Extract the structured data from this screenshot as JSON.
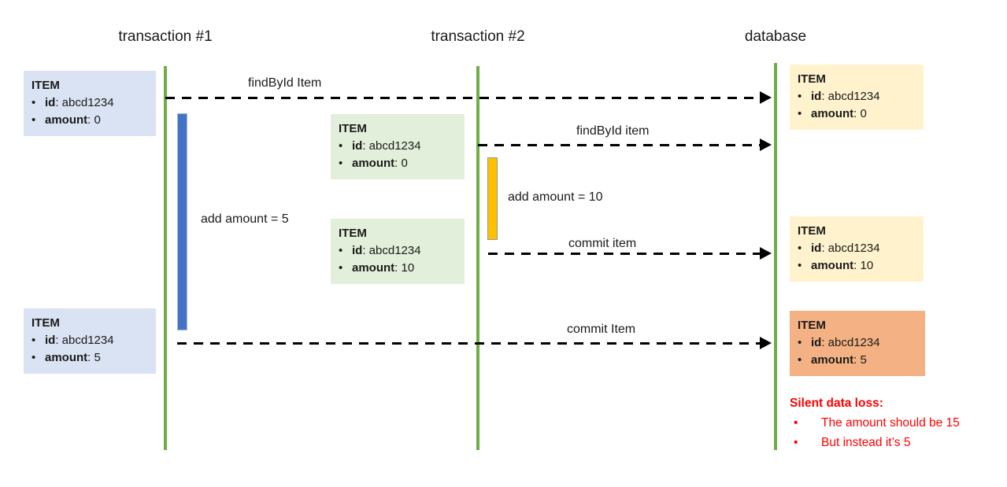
{
  "diagram": {
    "lanes": [
      {
        "label": "transaction #1"
      },
      {
        "label": "transaction #2"
      },
      {
        "label": "database"
      }
    ],
    "glyphs": {
      "bullet": "•"
    },
    "boxes": [
      {
        "title": "ITEM",
        "fields": [
          {
            "key": "id",
            "value": ": abcd1234"
          },
          {
            "key": "amount",
            "value": ": 0"
          }
        ]
      },
      {
        "title": "ITEM",
        "fields": [
          {
            "key": "id",
            "value": ": abcd1234"
          },
          {
            "key": "amount",
            "value": ": 0"
          }
        ]
      },
      {
        "title": "ITEM",
        "fields": [
          {
            "key": "id",
            "value": ": abcd1234"
          },
          {
            "key": "amount",
            "value": ": 10"
          }
        ]
      },
      {
        "title": "ITEM",
        "fields": [
          {
            "key": "id",
            "value": ": abcd1234"
          },
          {
            "key": "amount",
            "value": ": 5"
          }
        ]
      },
      {
        "title": "ITEM",
        "fields": [
          {
            "key": "id",
            "value": ": abcd1234"
          },
          {
            "key": "amount",
            "value": ": 0"
          }
        ]
      },
      {
        "title": "ITEM",
        "fields": [
          {
            "key": "id",
            "value": ": abcd1234"
          },
          {
            "key": "amount",
            "value": ": 10"
          }
        ]
      },
      {
        "title": "ITEM",
        "fields": [
          {
            "key": "id",
            "value": ": abcd1234"
          },
          {
            "key": "amount",
            "value": ": 5"
          }
        ]
      }
    ],
    "messages": [
      {
        "label": "findById Item"
      },
      {
        "label": "findById item"
      },
      {
        "label": "commit item"
      },
      {
        "label": "commit Item"
      }
    ],
    "operations": [
      {
        "label": "add amount = 5"
      },
      {
        "label": "add amount = 10"
      }
    ],
    "note": {
      "title": "Silent data loss:",
      "bullets": [
        "The amount should be 15",
        "But instead it’s 5"
      ]
    },
    "colors": {
      "lifeline_green": "#70ad47",
      "box_blue": "#dae3f3",
      "box_green": "#e2efda",
      "box_yellow": "#fff2cc",
      "box_orange": "#f4b183",
      "bar_blue": "#4472c4",
      "bar_orange": "#ffc000",
      "note_red": "#ff0000",
      "arrow_black": "#000000"
    }
  }
}
